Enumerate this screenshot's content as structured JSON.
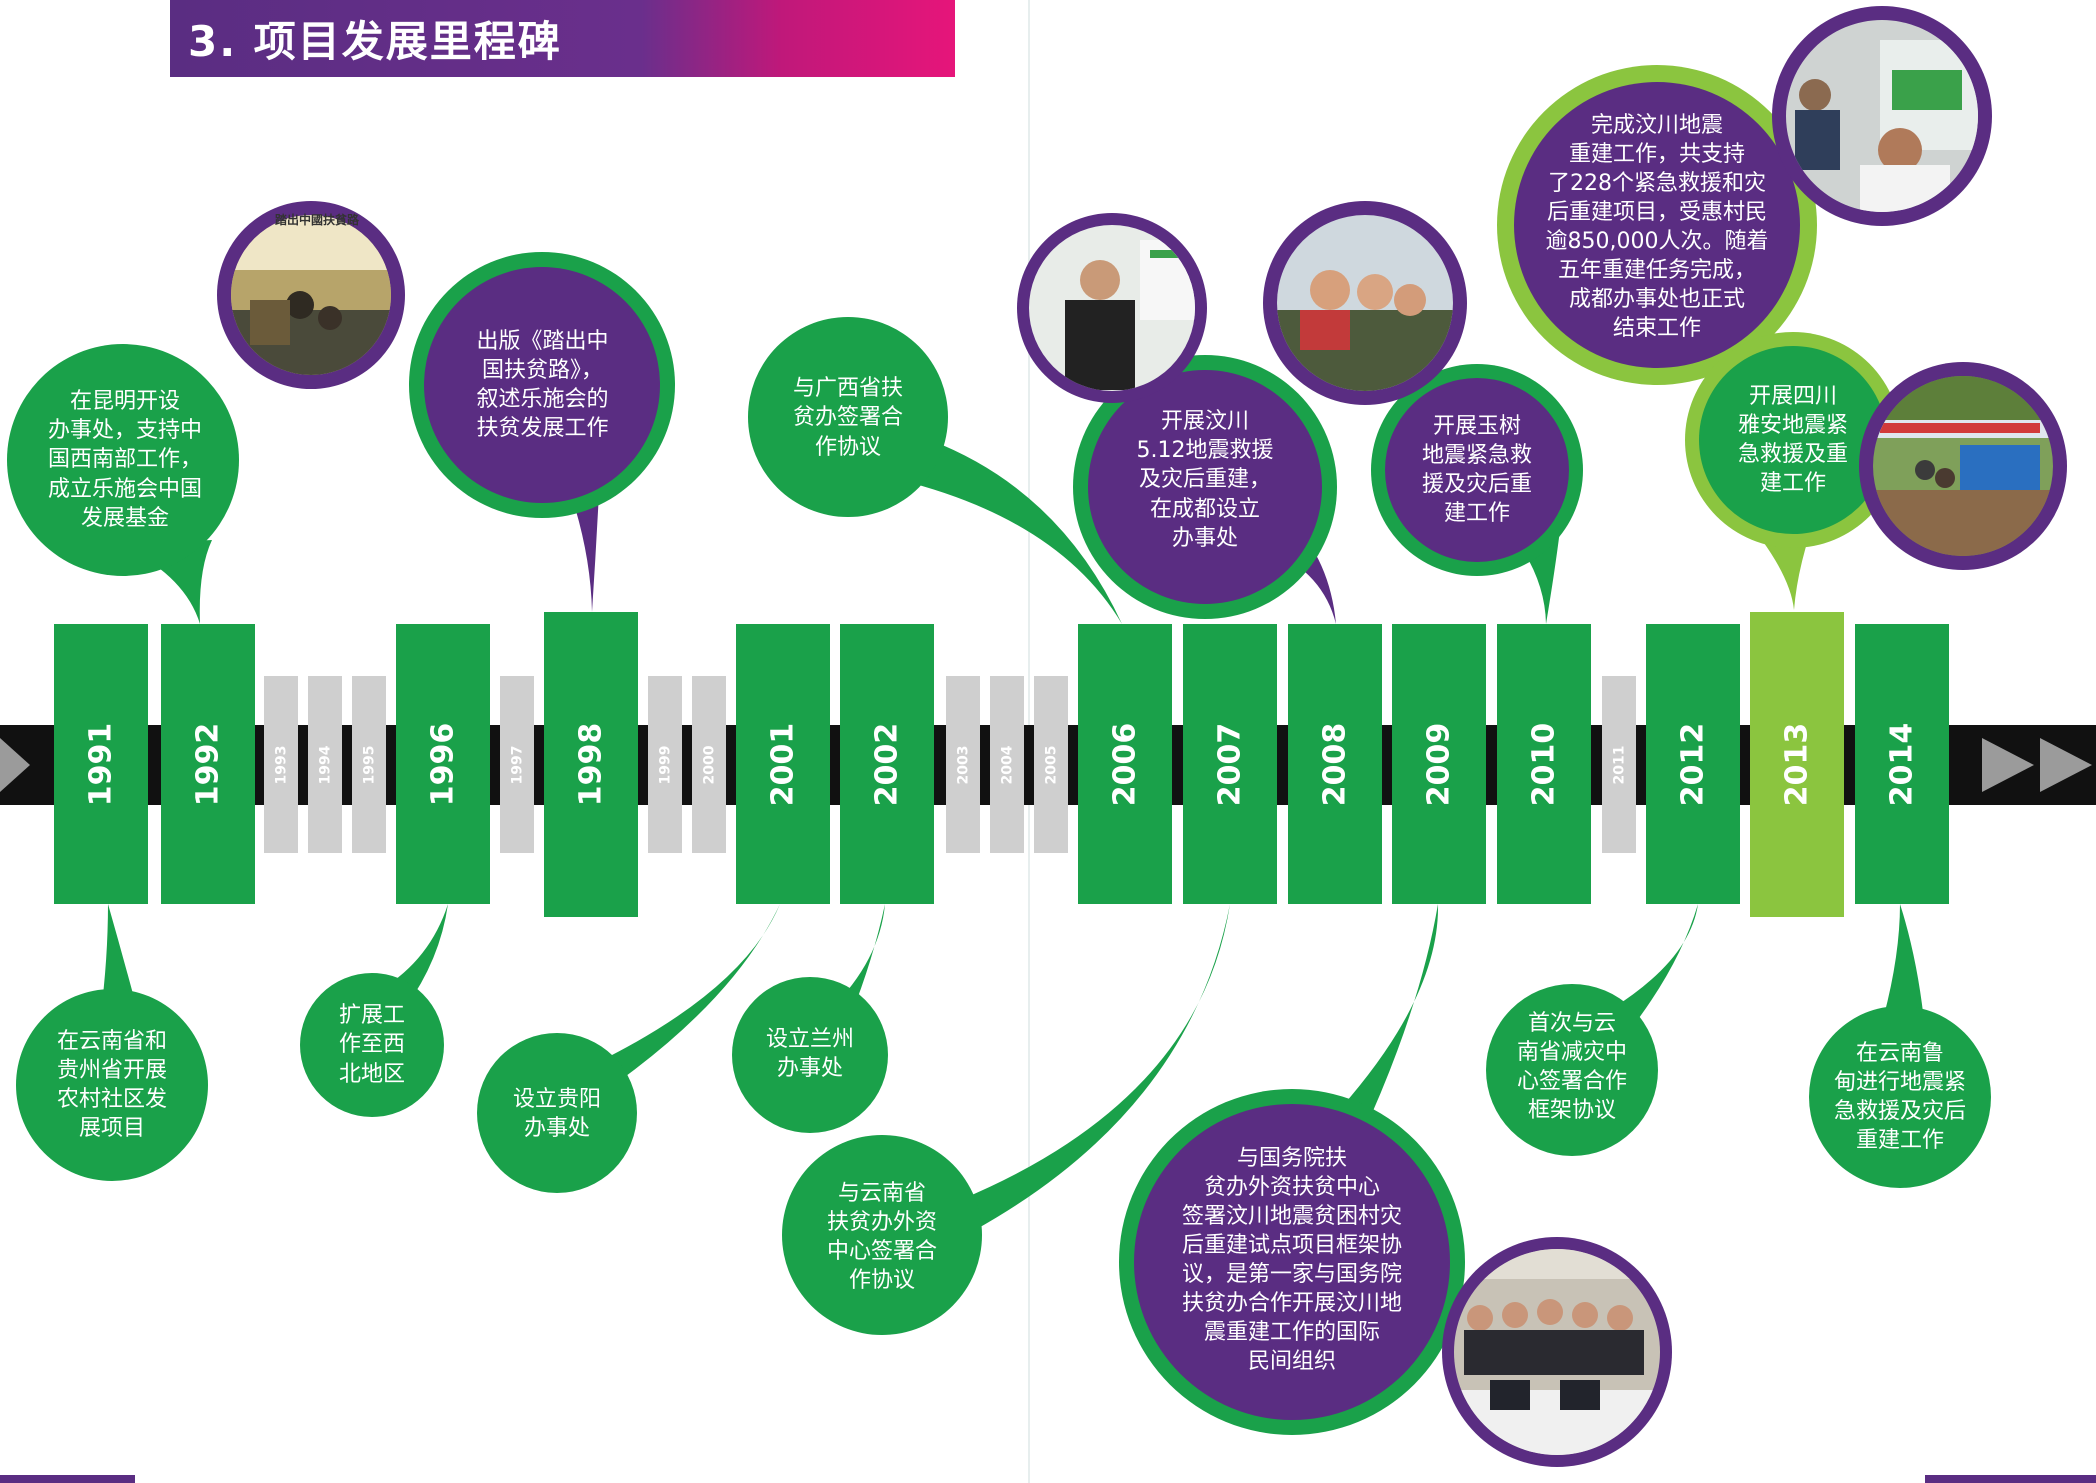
{
  "header": {
    "title": "3. 项目发展里程碑"
  },
  "colors": {
    "green": "#1aa14a",
    "light_green": "#8bc53f",
    "purple": "#5a2d82",
    "magenta": "#e6157a",
    "gray": "#cfcfcf",
    "band": "#111111"
  },
  "years": {
    "y1991": "1991",
    "y1992": "1992",
    "y1993": "1993",
    "y1994": "1994",
    "y1995": "1995",
    "y1996": "1996",
    "y1997": "1997",
    "y1998": "1998",
    "y1999": "1999",
    "y2000": "2000",
    "y2001": "2001",
    "y2002": "2002",
    "y2003": "2003",
    "y2004": "2004",
    "y2005": "2005",
    "y2006": "2006",
    "y2007": "2007",
    "y2008": "2008",
    "y2009": "2009",
    "y2010": "2010",
    "y2011": "2011",
    "y2012": "2012",
    "y2013": "2013",
    "y2014": "2014"
  },
  "milestones": {
    "m1992_kunming": "在昆明开设\n办事处，支持中\n国西南部工作，\n成立乐施会中国\n发展基金",
    "m1991_yunnan": "在云南省和\n贵州省开展\n农村社区发\n展项目",
    "m1998_book": "出版《踏出中\n国扶贫路》，\n叙述乐施会的\n扶贫发展工作",
    "m1996_northwest": "扩展工\n作至西\n北地区",
    "m2001_guiyang": "设立贵阳\n办事处",
    "m2002_lanzhou": "设立兰州\n办事处",
    "m2006_guangxi": "与广西省扶\n贫办签署合\n作协议",
    "m2007_yunnan": "与云南省\n扶贫办外资\n中心签署合\n作协议",
    "m2008_wenchuan": "开展汶川\n5.12地震救援\n及灾后重建，\n在成都设立\n办事处",
    "m2010_yushu": "开展玉树\n地震紧急救\n援及灾后重\n建工作",
    "m2009_state": "与国务院扶\n贫办外资扶贫中心\n签署汶川地震贫困村灾\n后重建试点项目框架协\n议，是第一家与国务院\n扶贫办合作开展汶川地\n震重建工作的国际\n民间组织",
    "m2013_chengdu": "完成汶川地震\n重建工作，共支持\n了228个紧急救援和灾\n后重建项目，受惠村民\n逾850,000人次。随着\n五年重建任务完成，\n成都办事处也正式\n结束工作",
    "m2013_yaan": "开展四川\n雅安地震紧\n急救援及重\n建工作",
    "m2012_disaster": "首次与云\n南省减灾中\n心签署合作\n框架协议",
    "m2014_ludian": "在云南鲁\n甸进行地震紧\n急救援及灾后\n重建工作"
  },
  "photo_captions": {
    "book_cover_title": "踏出中國扶貧路"
  },
  "icons": {
    "left_arrow": "play-arrow-icon",
    "right_arrows": "fast-forward-icon"
  }
}
